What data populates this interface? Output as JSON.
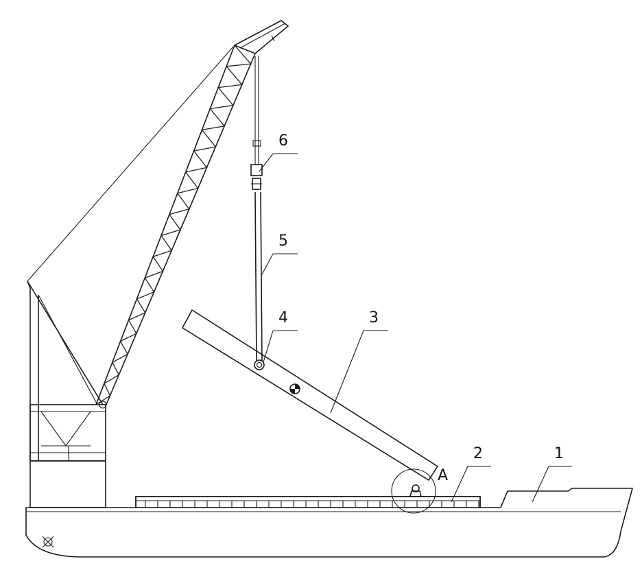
{
  "figure": {
    "callouts": [
      {
        "id": "1",
        "label": "1"
      },
      {
        "id": "2",
        "label": "2"
      },
      {
        "id": "3",
        "label": "3"
      },
      {
        "id": "4",
        "label": "4"
      },
      {
        "id": "5",
        "label": "5"
      },
      {
        "id": "6",
        "label": "6"
      }
    ],
    "detail_marker": "A",
    "colors": {
      "ink": "#1a1a1a",
      "background": "#ffffff"
    }
  }
}
